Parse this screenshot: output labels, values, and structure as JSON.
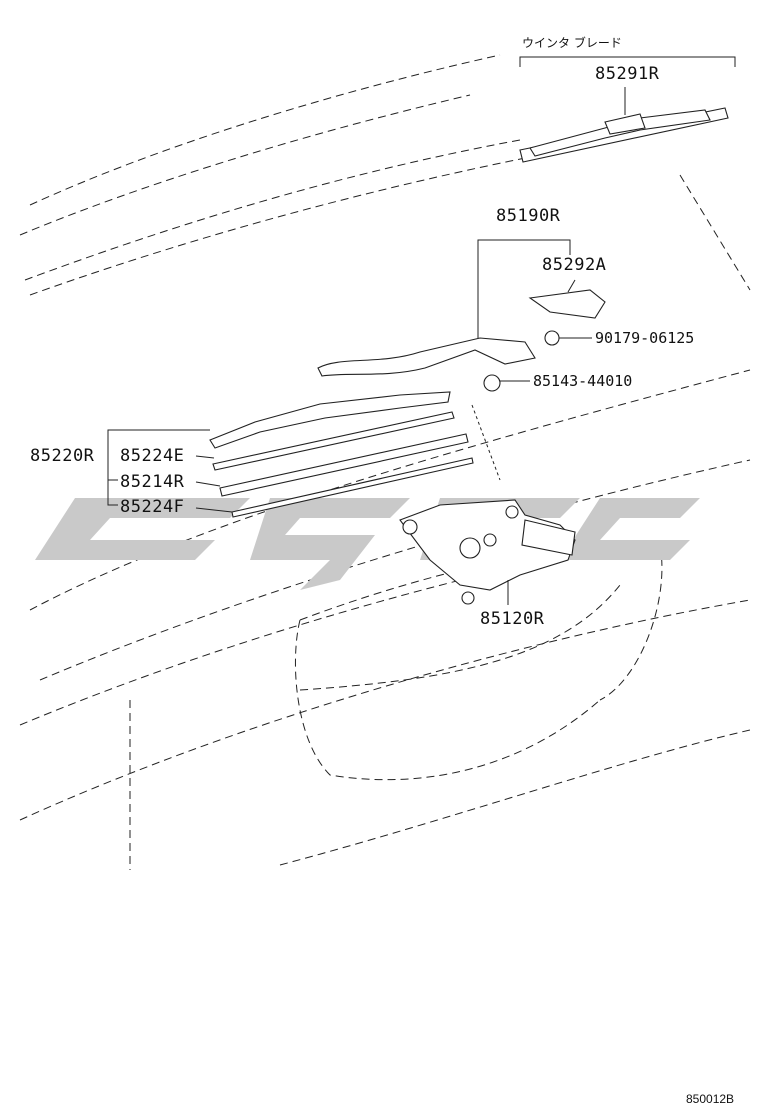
{
  "diagram": {
    "header_kana": "ウインタ ブレード",
    "footer_code": "850012B",
    "parts": {
      "blade_assy": "85291R",
      "arm_assy": "85190R",
      "cap": "85292A",
      "nut": "90179-06125",
      "cushion": "85143-44010",
      "blade_set": "85220R",
      "rubber_e": "85224E",
      "rubber_r": "85214R",
      "rubber_f": "85224F",
      "motor": "85120R"
    }
  }
}
